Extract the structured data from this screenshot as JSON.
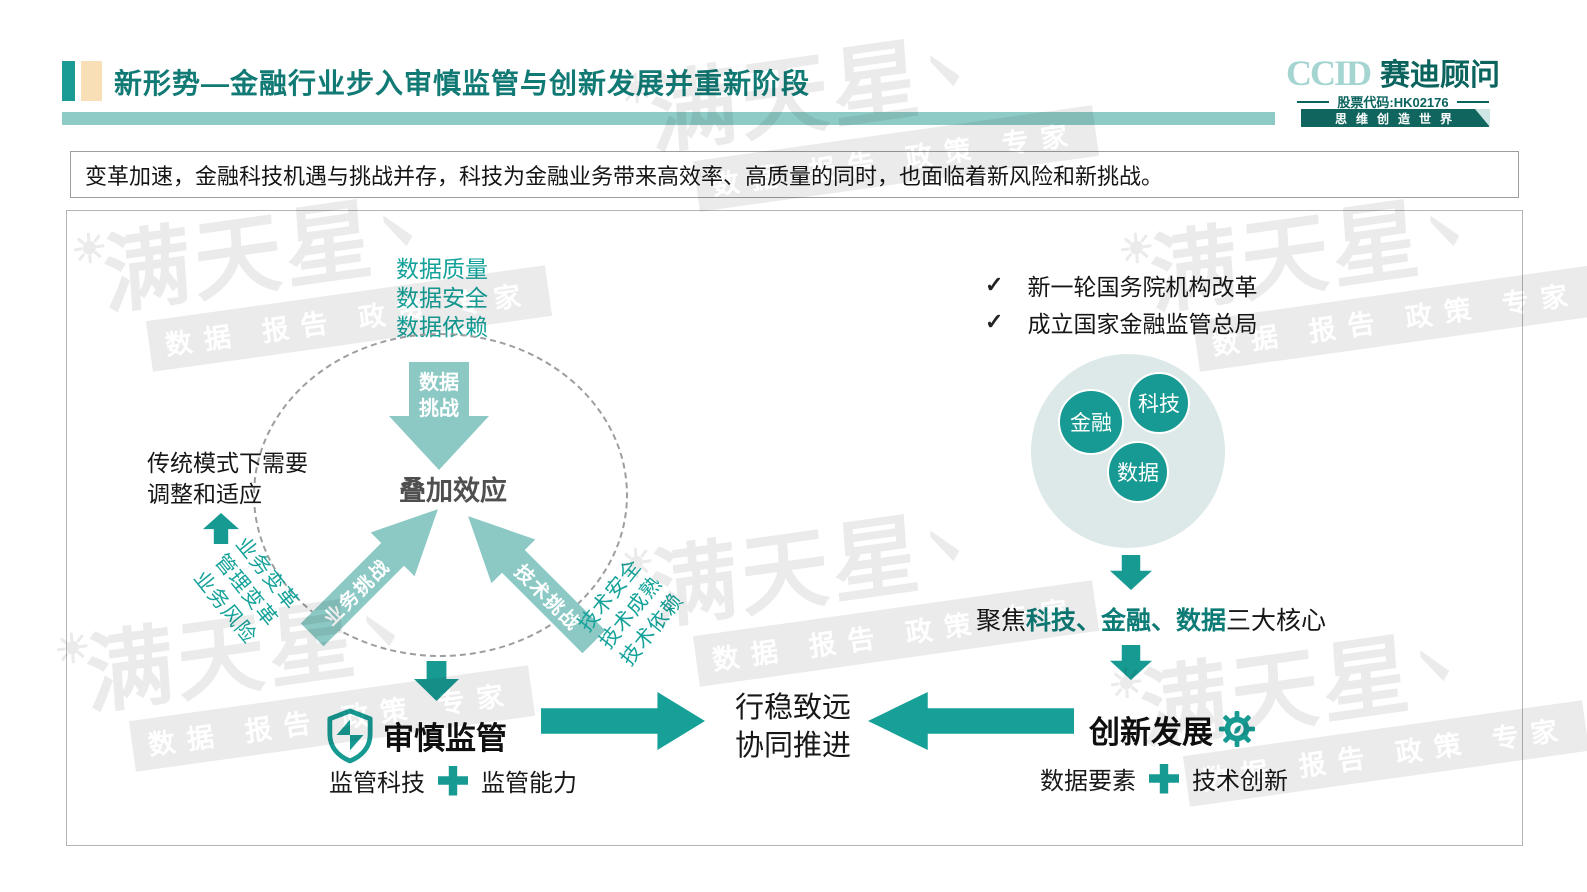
{
  "header": {
    "title": "新形势—金融行业步入审慎监管与创新发展并重新阶段",
    "logo": {
      "ccid": "CCID",
      "name": "赛迪顾问",
      "stock": "股票代码:HK02176",
      "slogan": "思维创造世界"
    }
  },
  "subtitle": "变革加速，金融科技机遇与挑战并存，科技为金融业务带来高效率、高质量的同时，也面临着新风险和新挑战。",
  "left": {
    "data_labels": [
      "数据质量",
      "数据安全",
      "数据依赖"
    ],
    "data_arrow_line1": "数据",
    "data_arrow_line2": "挑战",
    "overlay_effect": "叠加效应",
    "biz_arrow": "业务挑战",
    "tech_arrow": "技术挑战",
    "traditional_line1": "传统模式下需要",
    "traditional_line2": "调整和适应",
    "biz_labels": [
      "业务变革",
      "管理变革",
      "业务风险"
    ],
    "tech_labels": [
      "技术安全",
      "技术成熟",
      "技术依赖"
    ],
    "prudent_title": "审慎监管",
    "formula": {
      "a": "监管科技",
      "b": "监管能力"
    }
  },
  "center": {
    "goal_line1": "行稳致远",
    "goal_line2": "协同推进"
  },
  "right": {
    "check_glyph": "✓",
    "checks": [
      "新一轮国务院机构改革",
      "成立国家金融监管总局"
    ],
    "bubbles": [
      "金融",
      "科技",
      "数据"
    ],
    "focus": {
      "pre": "聚焦",
      "bold": "科技、金融、数据",
      "post": "三大核心"
    },
    "innovation_title": "创新发展",
    "formula": {
      "a": "数据要素",
      "b": "技术创新"
    }
  },
  "watermark": {
    "sun": "☀",
    "big": "满天星",
    "sub": "数据 报告 政策 专家"
  },
  "colors": {
    "teal": "#16a098",
    "soft_teal": "#8cc9c5",
    "title_teal": "#117a74",
    "logo_dark": "#0b635d",
    "cream": "#f8dfb6",
    "circle_bg": "#dde9e9"
  }
}
